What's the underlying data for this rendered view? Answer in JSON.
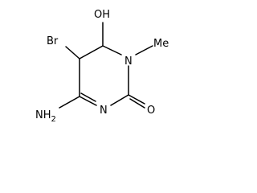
{
  "atoms": {
    "hydroxyl": "OH",
    "bromine": "Br",
    "ring_nitrogen_methyl": "N",
    "methyl": "Me",
    "amine": "NH",
    "amine_subscript": "2",
    "ring_nitrogen_imine": "N",
    "carbonyl_oxygen": "O"
  }
}
